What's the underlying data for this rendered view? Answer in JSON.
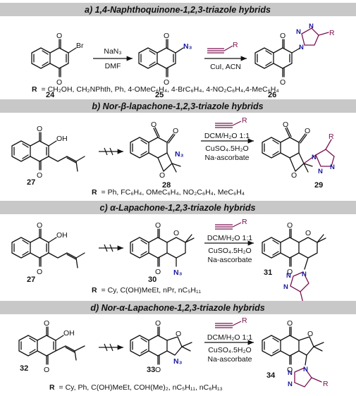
{
  "sections": [
    {
      "title": "a) 1,4-Naphthoquinone-1,2,3-triazole hybrids",
      "compounds": [
        "24",
        "25",
        "26"
      ],
      "step1": [
        "NaN₃",
        "DMF"
      ],
      "step2": [
        "CuI, ACN"
      ],
      "r_label": "R",
      "r_values": "= CH₂OH, CH₂NPhth, Ph, 4-OMeC₆H₄, 4-BrC₆H₄, 4-NO₂C₆H₄,4-MeC₆H₄"
    },
    {
      "title": "b) Nor-β-lapachone-1,2,3-triazole hybrids",
      "compounds": [
        "27",
        "28",
        "29"
      ],
      "conditions": [
        "DCM/H₂O 1:1",
        "CuSO₄.5H₂O",
        "Na-ascorbate"
      ],
      "r_label": "R",
      "r_values": "= Ph, FC₆H₄, OMeC₆H₄, NO₂C₆H₄, MeC₆H₄"
    },
    {
      "title": "c) α-Lapachone-1,2,3-triazole hybrids",
      "compounds": [
        "27",
        "30",
        "31"
      ],
      "conditions": [
        "DCM/H₂O 1:1",
        "CuSO₄.5H₂O",
        "Na-ascorbate"
      ],
      "r_label": "R",
      "r_values": "= Cy, C(OH)MeEt, nPr, nC₅H₁₁"
    },
    {
      "title": "d) Nor-α-Lapachone-1,2,3-triazole hybrids",
      "compounds": [
        "32",
        "33",
        "34"
      ],
      "conditions": [
        "DCM/H₂O 1:1",
        "CuSO₄.5H₂O",
        "Na-ascorbate"
      ],
      "r_label": "R",
      "r_values": "= Cy, Ph, C(OH)MeEt, COH(Me)₂, nC₅H₁₁, nC₆H₁₃"
    }
  ],
  "atoms": {
    "O": "O",
    "OH": "OH",
    "Br": "Br",
    "N3": "N₃",
    "N": "N",
    "R": "R"
  },
  "colors": {
    "header_bg": "#c8c8c8",
    "azide": "#1a1aa0",
    "alkyne_r": "#7a1050"
  }
}
